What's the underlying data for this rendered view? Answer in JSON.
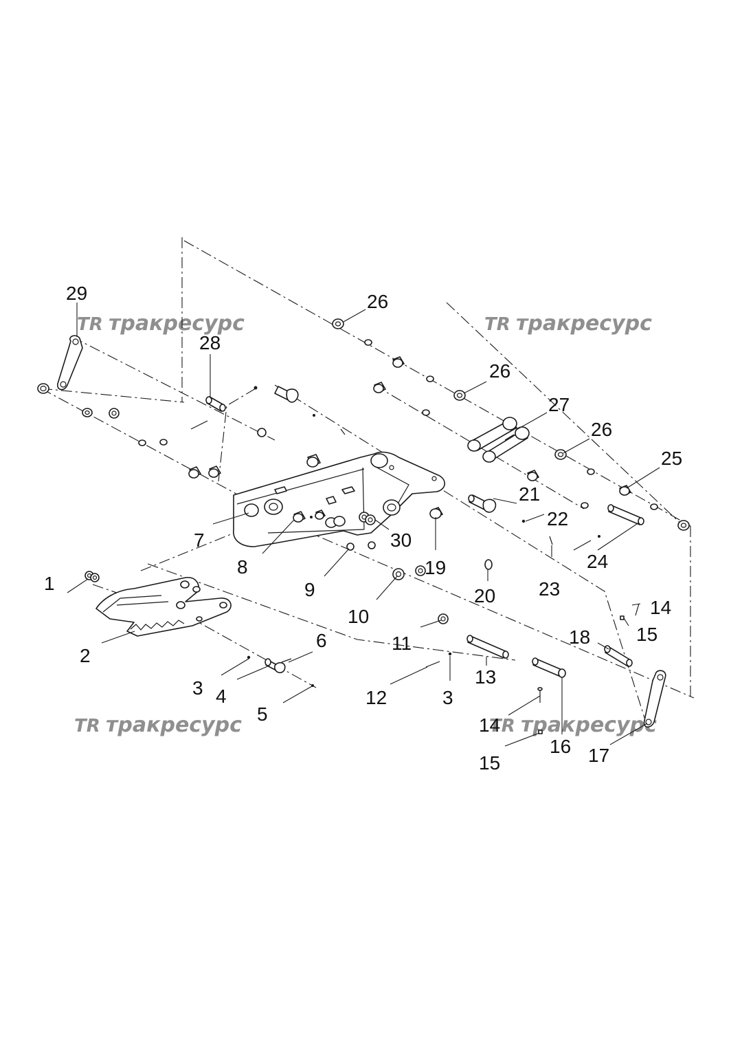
{
  "watermark": {
    "logo": "TR",
    "text": "тракресурс"
  },
  "callouts": {
    "c1": "1",
    "c2": "2",
    "c3a": "3",
    "c3b": "3",
    "c4": "4",
    "c5": "5",
    "c6": "6",
    "c7": "7",
    "c8": "8",
    "c9": "9",
    "c10": "10",
    "c11": "11",
    "c12": "12",
    "c13": "13",
    "c14a": "14",
    "c14b": "14",
    "c15a": "15",
    "c15b": "15",
    "c16": "16",
    "c17": "17",
    "c18": "18",
    "c19": "19",
    "c20": "20",
    "c21": "21",
    "c22": "22",
    "c23": "23",
    "c24": "24",
    "c25": "25",
    "c26a": "26",
    "c26b": "26",
    "c26c": "26",
    "c27": "27",
    "c28": "28",
    "c29": "29",
    "c30": "30"
  }
}
